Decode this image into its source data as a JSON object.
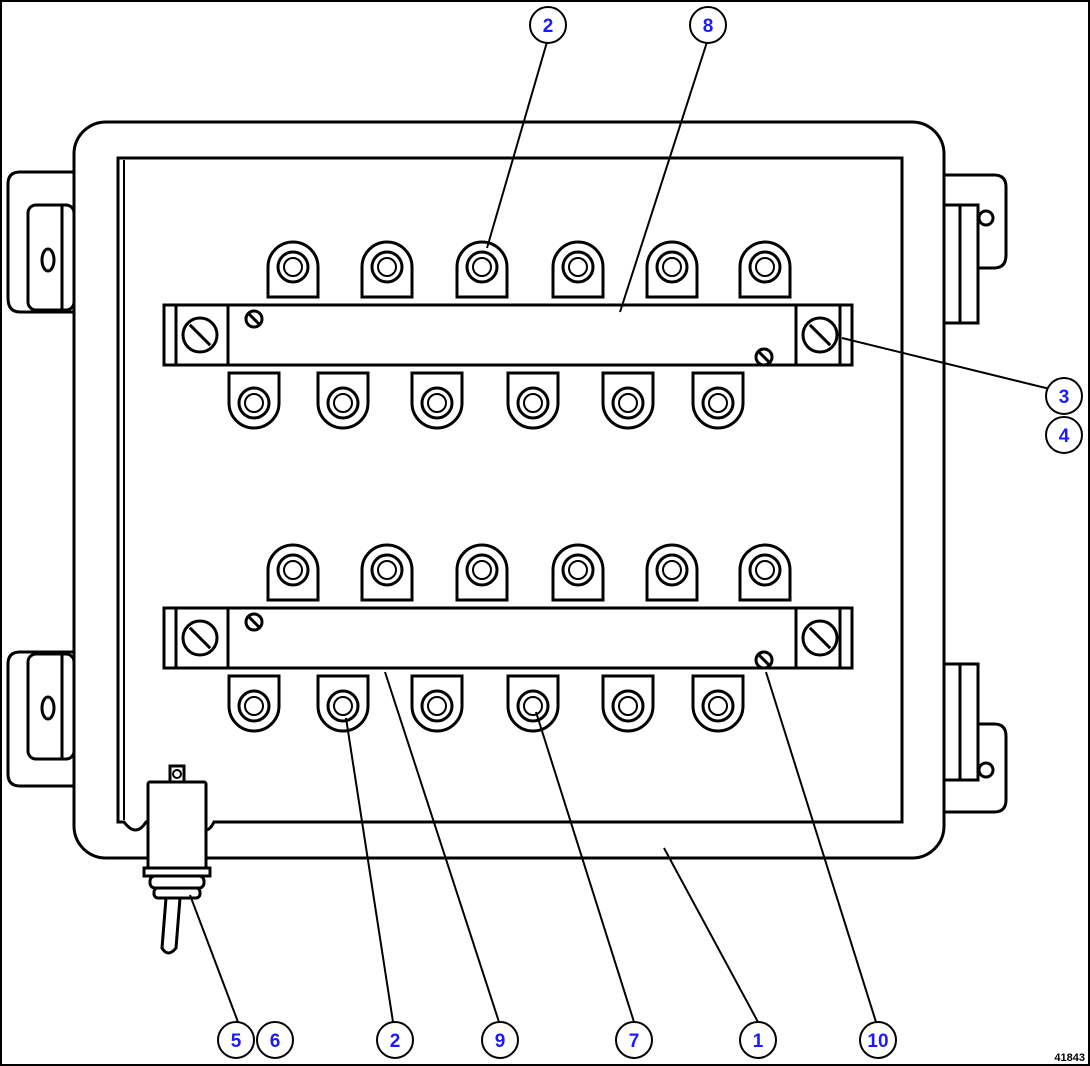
{
  "figure": {
    "id_label": "41843"
  },
  "callouts": {
    "c_top_2": "2",
    "c_top_8": "8",
    "c_right_3": "3",
    "c_right_4": "4",
    "c_bot_5": "5",
    "c_bot_6": "6",
    "c_bot_2": "2",
    "c_bot_9": "9",
    "c_bot_7": "7",
    "c_bot_1": "1",
    "c_bot_10": "10"
  }
}
